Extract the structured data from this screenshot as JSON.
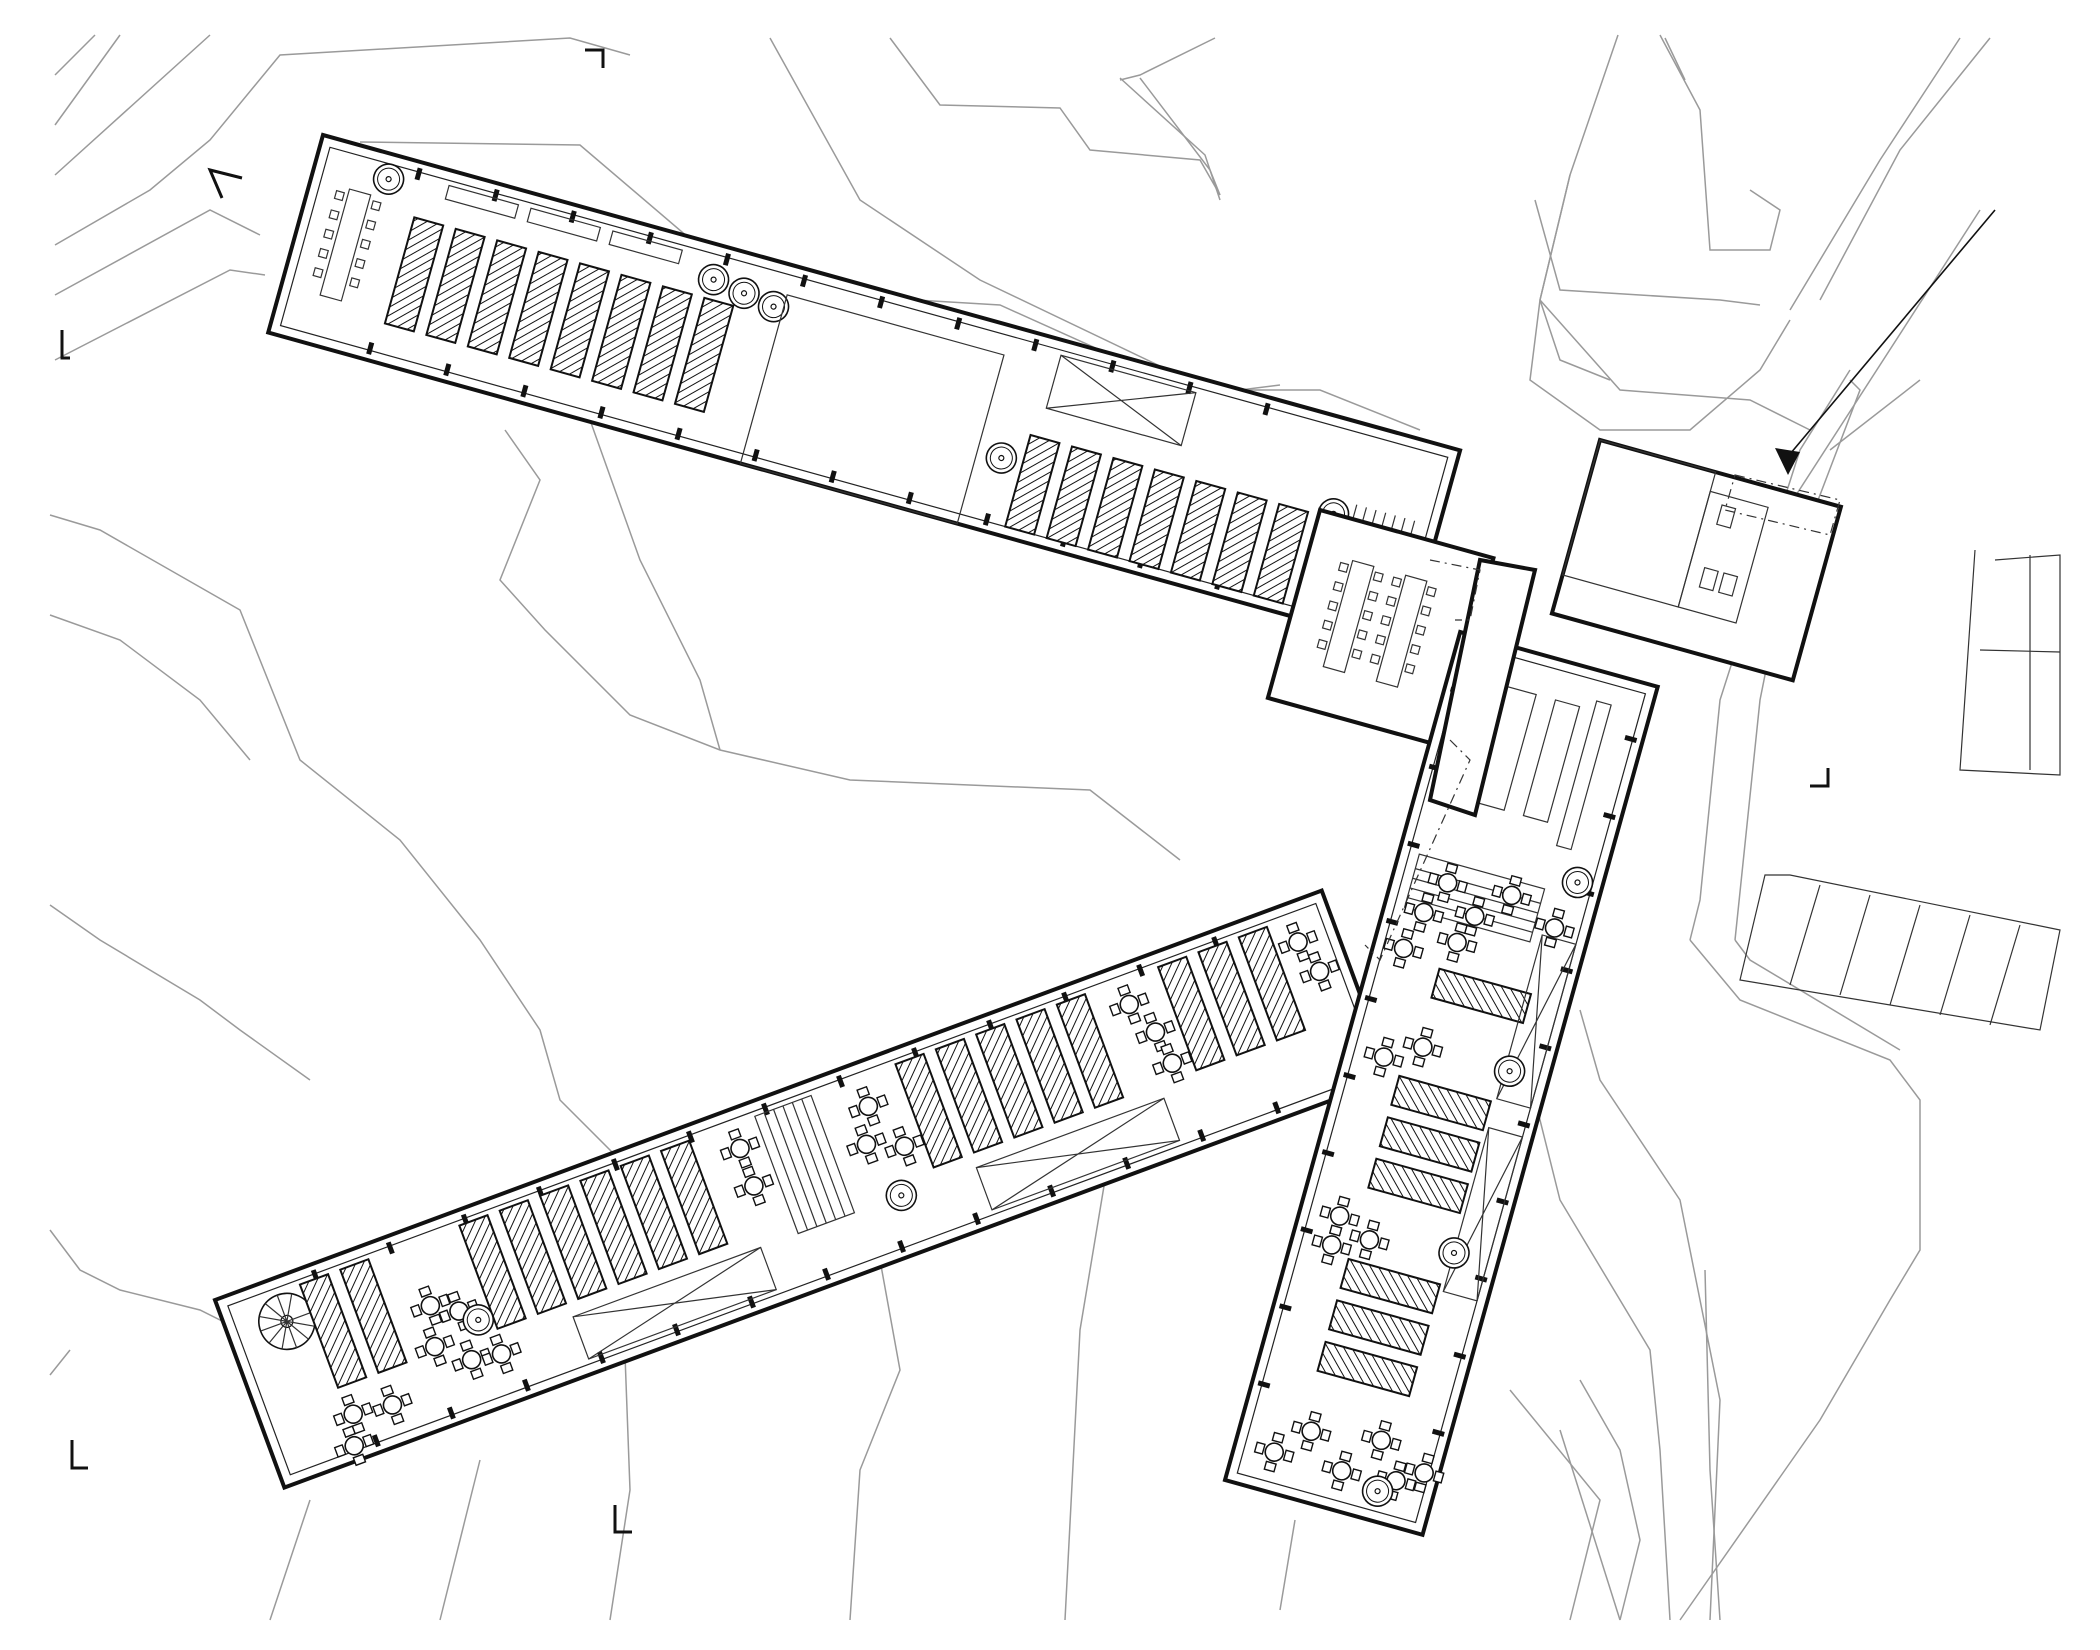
{
  "drawing": {
    "kind": "architectural site plan",
    "line_color": "#111111",
    "contour_color": "#9a9a9a",
    "hatch_color": "#111111",
    "background": "#ffffff"
  },
  "elements": {
    "wings": [
      "north-west-wing",
      "south-west-wing",
      "east-wing",
      "link-building"
    ],
    "symbols": [
      "entrance-arrow-icon",
      "section-mark-icon",
      "spiral-stair-icon",
      "dining-table-icon",
      "lamp-circle-icon",
      "parking-bay"
    ]
  }
}
